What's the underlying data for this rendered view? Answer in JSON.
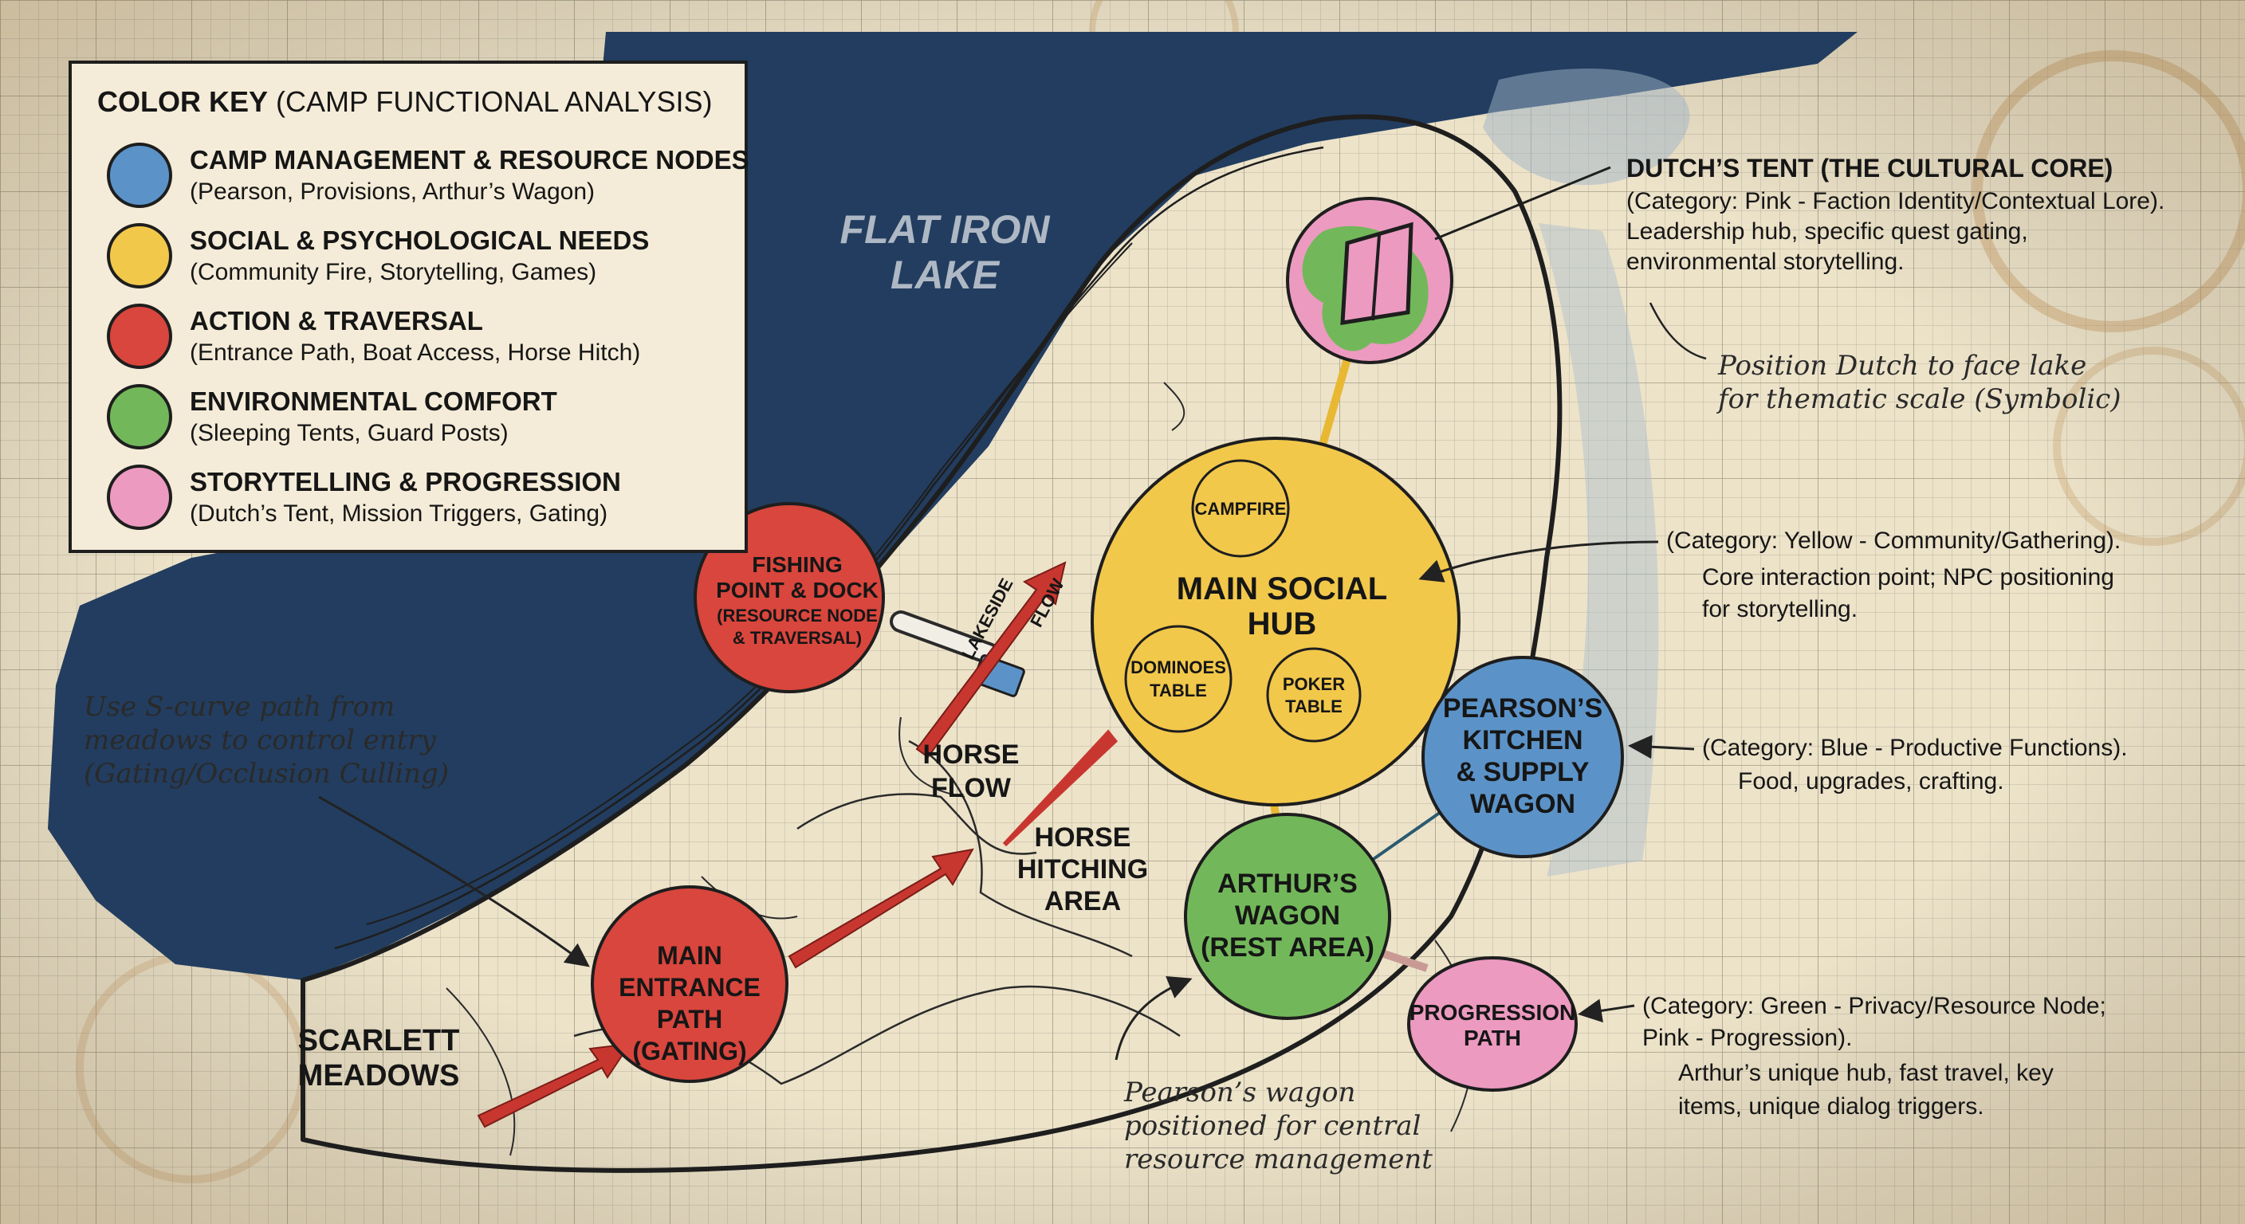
{
  "legend": {
    "title": "COLOR KEY",
    "title_sub": "(CAMP FUNCTIONAL ANALYSIS)",
    "items": [
      {
        "color": "#5b93c8",
        "title": "CAMP MANAGEMENT & RESOURCE NODES",
        "desc": "(Pearson, Provisions, Arthur’s Wagon)"
      },
      {
        "color": "#f2c84b",
        "title": "SOCIAL & PSYCHOLOGICAL NEEDS",
        "desc": "(Community Fire, Storytelling, Games)"
      },
      {
        "color": "#d9463d",
        "title": "ACTION & TRAVERSAL",
        "desc": "(Entrance Path, Boat Access, Horse Hitch)"
      },
      {
        "color": "#72b85a",
        "title": "ENVIRONMENTAL COMFORT",
        "desc": "(Sleeping Tents, Guard Posts)"
      },
      {
        "color": "#ec9ac0",
        "title": "STORYTELLING & PROGRESSION",
        "desc": "(Dutch’s Tent, Mission Triggers, Gating)"
      }
    ]
  },
  "lake": {
    "line1": "FLAT IRON",
    "line2": "LAKE"
  },
  "nodes": {
    "dutch_tent": {
      "color": "#ec9ac0"
    },
    "social_hub": {
      "line1": "MAIN SOCIAL",
      "line2": "HUB",
      "campfire": "CAMPFIRE",
      "dominoes1": "DOMINOES",
      "dominoes2": "TABLE",
      "poker1": "POKER",
      "poker2": "TABLE",
      "color": "#f2c84b"
    },
    "pearson": {
      "line1": "PEARSON’S",
      "line2": "KITCHEN",
      "line3": "& SUPPLY",
      "line4": "WAGON",
      "color": "#5b93c8"
    },
    "arthur": {
      "line1": "ARTHUR’S",
      "line2": "WAGON",
      "line3": "(REST AREA)",
      "color": "#72b85a"
    },
    "progression": {
      "line1": "PROGRESSION",
      "line2": "PATH",
      "color": "#ec9ac0"
    },
    "fishing": {
      "line1": "FISHING",
      "line2": "POINT & DOCK",
      "line3": "(RESOURCE NODE",
      "line4": "& TRAVERSAL)",
      "color": "#d9463d"
    },
    "entrance": {
      "line1": "MAIN",
      "line2": "ENTRANCE",
      "line3": "PATH",
      "line4": "(GATING)",
      "color": "#d9463d"
    }
  },
  "labels": {
    "lakeside": "LAKESIDE",
    "flow": "FLOW",
    "horse_flow1": "HORSE",
    "horse_flow2": "FLOW",
    "hitch1": "HORSE",
    "hitch2": "HITCHING",
    "hitch3": "AREA",
    "scarlett1": "SCARLETT",
    "scarlett2": "MEADOWS"
  },
  "callouts": {
    "dutch": {
      "title": "DUTCH’S TENT (THE CULTURAL CORE)",
      "l1": "(Category: Pink - Faction Identity/Contextual Lore).",
      "l2": "Leadership hub, specific quest gating,",
      "l3": "environmental storytelling."
    },
    "yellow": {
      "l1": "(Category: Yellow - Community/Gathering).",
      "l2": "Core interaction point; NPC positioning",
      "l3": "for storytelling."
    },
    "blue": {
      "l1": "(Category: Blue - Productive Functions).",
      "l2": "Food, upgrades, crafting."
    },
    "green": {
      "l1": "(Category: Green - Privacy/Resource Node;",
      "l2": "Pink - Progression).",
      "l3": "Arthur’s unique hub, fast travel, key",
      "l4": "items, unique dialog triggers."
    }
  },
  "annotations": {
    "dutch_face": {
      "l1": "Position Dutch to face lake",
      "l2": "for thematic scale (Symbolic)"
    },
    "s_curve": {
      "l1": "Use S-curve path from",
      "l2": "meadows to control entry",
      "l3": "(Gating/Occlusion Culling)"
    },
    "pearson_pos": {
      "l1": "Pearson’s wagon",
      "l2": "positioned for central",
      "l3": "resource management"
    }
  }
}
